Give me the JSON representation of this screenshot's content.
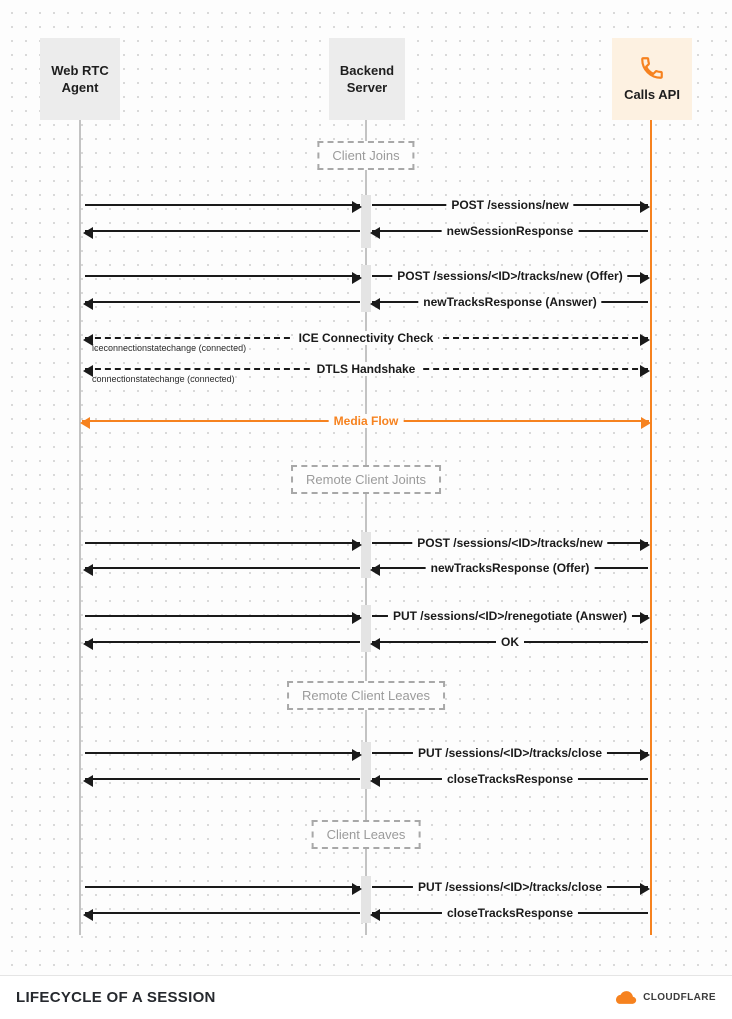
{
  "actors": [
    {
      "line1": "Web RTC",
      "line2": "Agent"
    },
    {
      "line1": "Backend",
      "line2": "Server"
    },
    {
      "label": "Calls API",
      "icon": "phone-icon"
    }
  ],
  "phases": [
    "Client Joins",
    "Remote Client Joints",
    "Remote Client Leaves",
    "Client Leaves"
  ],
  "messages": [
    {
      "label": "POST /sessions/new",
      "direction": "right"
    },
    {
      "label": "newSessionResponse",
      "direction": "left"
    },
    {
      "label": "POST /sessions/<ID>/tracks/new (Offer)",
      "direction": "right"
    },
    {
      "label": "newTracksResponse (Answer)",
      "direction": "left"
    },
    {
      "label": "ICE Connectivity Check",
      "direction": "both",
      "style": "dashed"
    },
    {
      "label": "DTLS Handshake",
      "direction": "both",
      "style": "dashed"
    },
    {
      "label": "Media Flow",
      "direction": "both",
      "style": "orange"
    },
    {
      "label": "POST /sessions/<ID>/tracks/new",
      "direction": "right"
    },
    {
      "label": "newTracksResponse (Offer)",
      "direction": "left"
    },
    {
      "label": "PUT /sessions/<ID>/renegotiate (Answer)",
      "direction": "right"
    },
    {
      "label": "OK",
      "direction": "left"
    },
    {
      "label": "PUT /sessions/<ID>/tracks/close",
      "direction": "right"
    },
    {
      "label": "closeTracksResponse",
      "direction": "left"
    },
    {
      "label": "PUT /sessions/<ID>/tracks/close",
      "direction": "right"
    },
    {
      "label": "closeTracksResponse",
      "direction": "left"
    }
  ],
  "notes": [
    "iceconnectionstatechange (connected)",
    "connectionstatechange (connected)"
  ],
  "footer": {
    "title": "LIFECYCLE OF A SESSION",
    "brand": "CLOUDFLARE"
  },
  "colors": {
    "accent": "#f6821f",
    "line": "#1a1a1a",
    "muted": "#9b9b9b"
  }
}
